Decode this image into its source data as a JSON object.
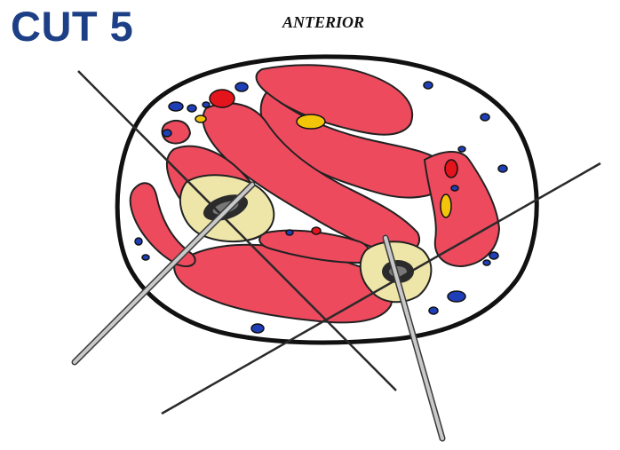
{
  "header": {
    "title": "CUT 5",
    "orientation_label": "ANTERIOR"
  },
  "colors": {
    "title": "#1d3f86",
    "muscle": "#ee4a5e",
    "bone_cortex": "#eee5a8",
    "marrow": "#2b2b2b",
    "artery": "#e3141c",
    "vein": "#1f3fb8",
    "nerve": "#f2c50a",
    "wire": "#2a2a2a",
    "pin": "#a8a8a8"
  },
  "icons": {
    "section": "limb-cross-section",
    "bone": "bone-cross-section",
    "muscle": "muscle-compartment",
    "artery": "artery-dot",
    "vein": "vein-dot",
    "nerve": "nerve-oval",
    "wire": "transfixion-wire",
    "pin": "half-pin"
  }
}
